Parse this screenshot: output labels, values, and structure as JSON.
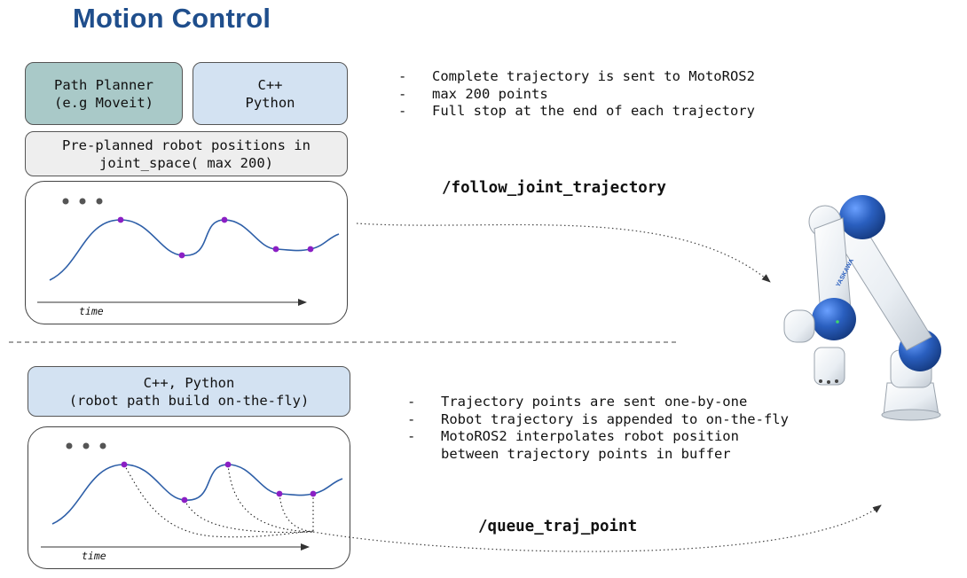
{
  "title": "Motion Control",
  "top": {
    "planner_box": {
      "line1": "Path Planner",
      "line2": "(e.g Moveit)"
    },
    "lang_box": {
      "line1": "C++",
      "line2": "Python"
    },
    "preplanned_box": {
      "line1": "Pre-planned robot positions in",
      "line2": "joint_space( max 200)"
    },
    "plot": {
      "time_label": "time"
    },
    "bullets": [
      "Complete trajectory is sent to MotoROS2",
      "max 200 points",
      "Full stop at the end of each trajectory"
    ],
    "topic": "/follow_joint_trajectory"
  },
  "bottom": {
    "lang_box": {
      "line1": "C++, Python",
      "line2": "(robot path build on-the-fly)"
    },
    "plot": {
      "time_label": "time"
    },
    "bullets": [
      [
        "Trajectory points are sent one-by-one"
      ],
      [
        "Robot trajectory is appended to on-the-fly"
      ],
      [
        "MotoROS2 interpolates robot position",
        "between trajectory points in buffer"
      ]
    ],
    "topic": "/queue_traj_point"
  },
  "colors": {
    "title": "#1f4e8c",
    "planner_fill": "#a9c9c8",
    "lang_fill": "#d3e2f2",
    "preplanned_fill": "#eeeeee",
    "curve": "#2e5fa8",
    "point": "#8b1fc4",
    "robot_blue": "#2a5fbf"
  },
  "robot": {
    "brand": "YASKAWA"
  }
}
